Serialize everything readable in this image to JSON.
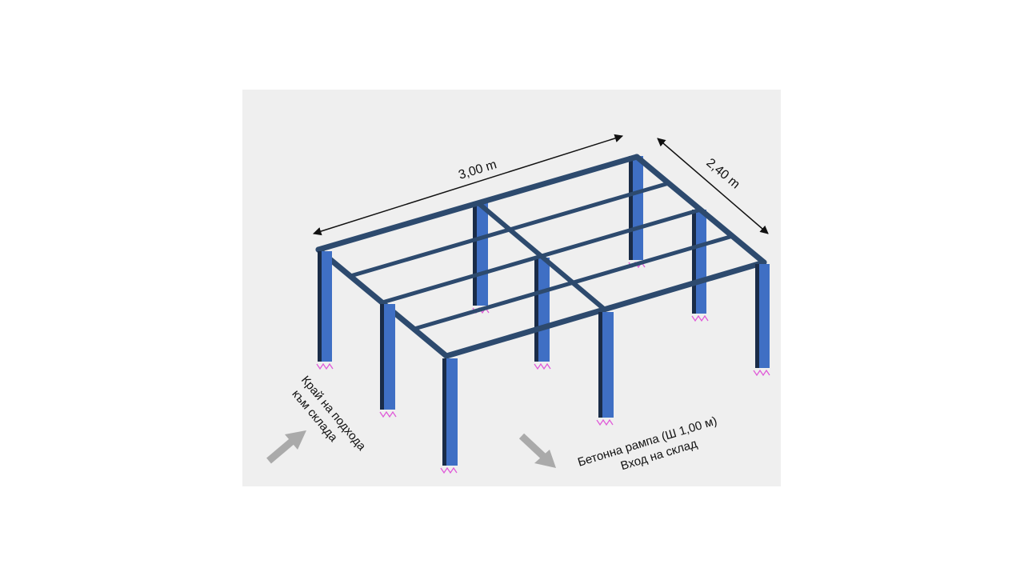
{
  "dimensions": {
    "length": "3,00 m",
    "width": "2,40 m"
  },
  "annotations": {
    "approach_line1": "Край на подхода",
    "approach_line2": "към склада",
    "ramp_line1": "Бетонна рампа (Ш 1,00 м)",
    "ramp_line2": "Вход на склад"
  },
  "colors": {
    "background": "#efefef",
    "column": "#3f6fc4",
    "beam": "#2d4a6e",
    "support": "#e05ad8",
    "arrow": "#aaaaaa"
  }
}
